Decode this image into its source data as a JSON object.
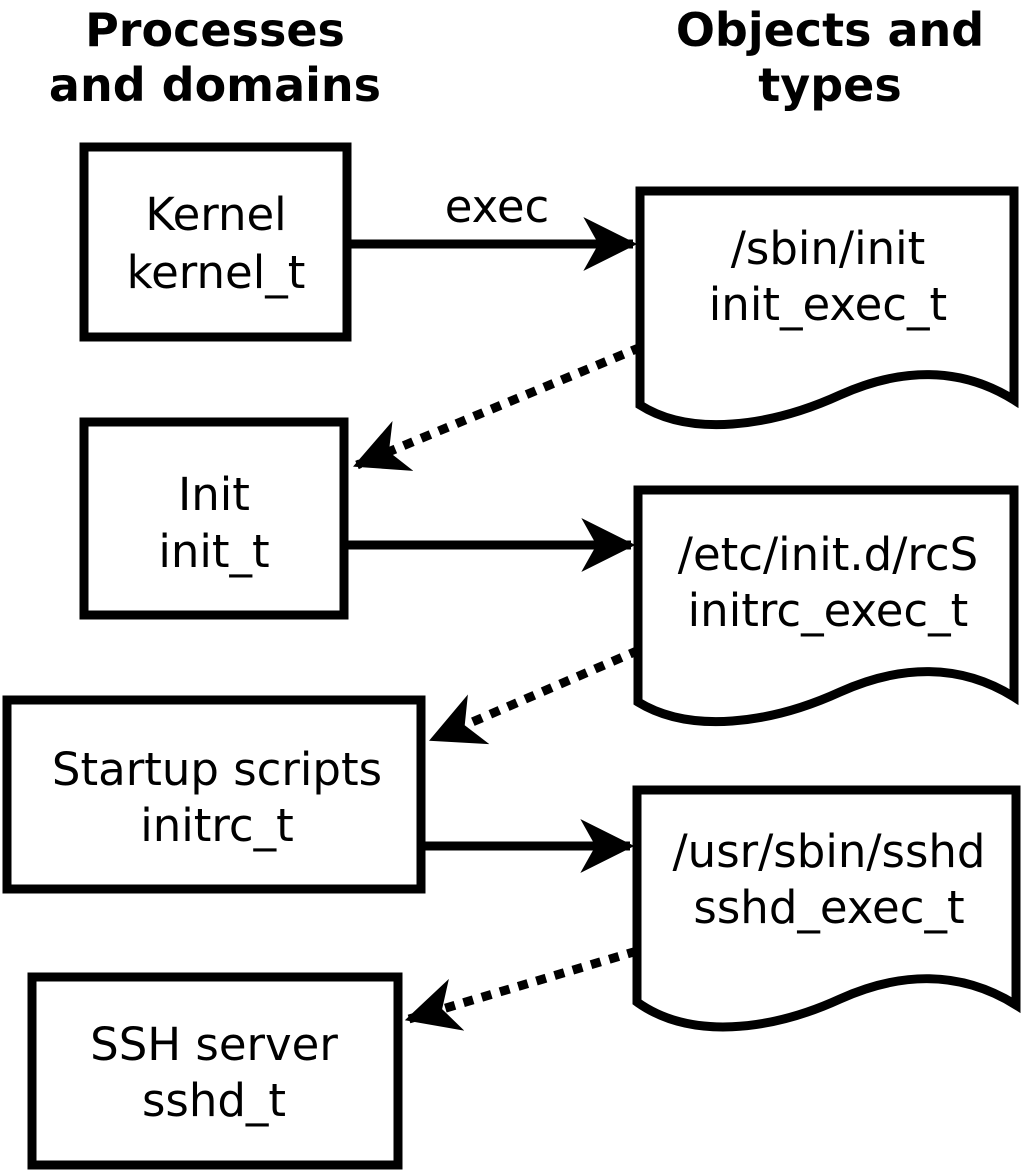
{
  "diagram": {
    "headers": {
      "left": {
        "line1": "Processes",
        "line2": "and domains"
      },
      "right": {
        "line1": "Objects and",
        "line2": "types"
      }
    },
    "process_nodes": [
      {
        "id": "kernel",
        "name": "Kernel",
        "type": "kernel_t"
      },
      {
        "id": "init",
        "name": "Init",
        "type": "init_t"
      },
      {
        "id": "startup",
        "name": "Startup scripts",
        "type": "initrc_t"
      },
      {
        "id": "sshd",
        "name": "SSH server",
        "type": "sshd_t"
      }
    ],
    "object_nodes": [
      {
        "id": "sbin-init",
        "path": "/sbin/init",
        "type": "init_exec_t"
      },
      {
        "id": "etc-initd-rcs",
        "path": "/etc/init.d/rcS",
        "type": "initrc_exec_t"
      },
      {
        "id": "usr-sbin-sshd",
        "path": "/usr/sbin/sshd",
        "type": "sshd_exec_t"
      }
    ],
    "edges": [
      {
        "from": "kernel",
        "to": "sbin-init",
        "style": "solid",
        "label": "exec"
      },
      {
        "from": "sbin-init",
        "to": "init",
        "style": "dotted",
        "label": ""
      },
      {
        "from": "init",
        "to": "etc-initd-rcs",
        "style": "solid",
        "label": ""
      },
      {
        "from": "etc-initd-rcs",
        "to": "startup",
        "style": "dotted",
        "label": ""
      },
      {
        "from": "startup",
        "to": "usr-sbin-sshd",
        "style": "solid",
        "label": ""
      },
      {
        "from": "usr-sbin-sshd",
        "to": "sshd",
        "style": "dotted",
        "label": ""
      }
    ],
    "colors": {
      "stroke": "#000000",
      "background": "#ffffff"
    }
  }
}
